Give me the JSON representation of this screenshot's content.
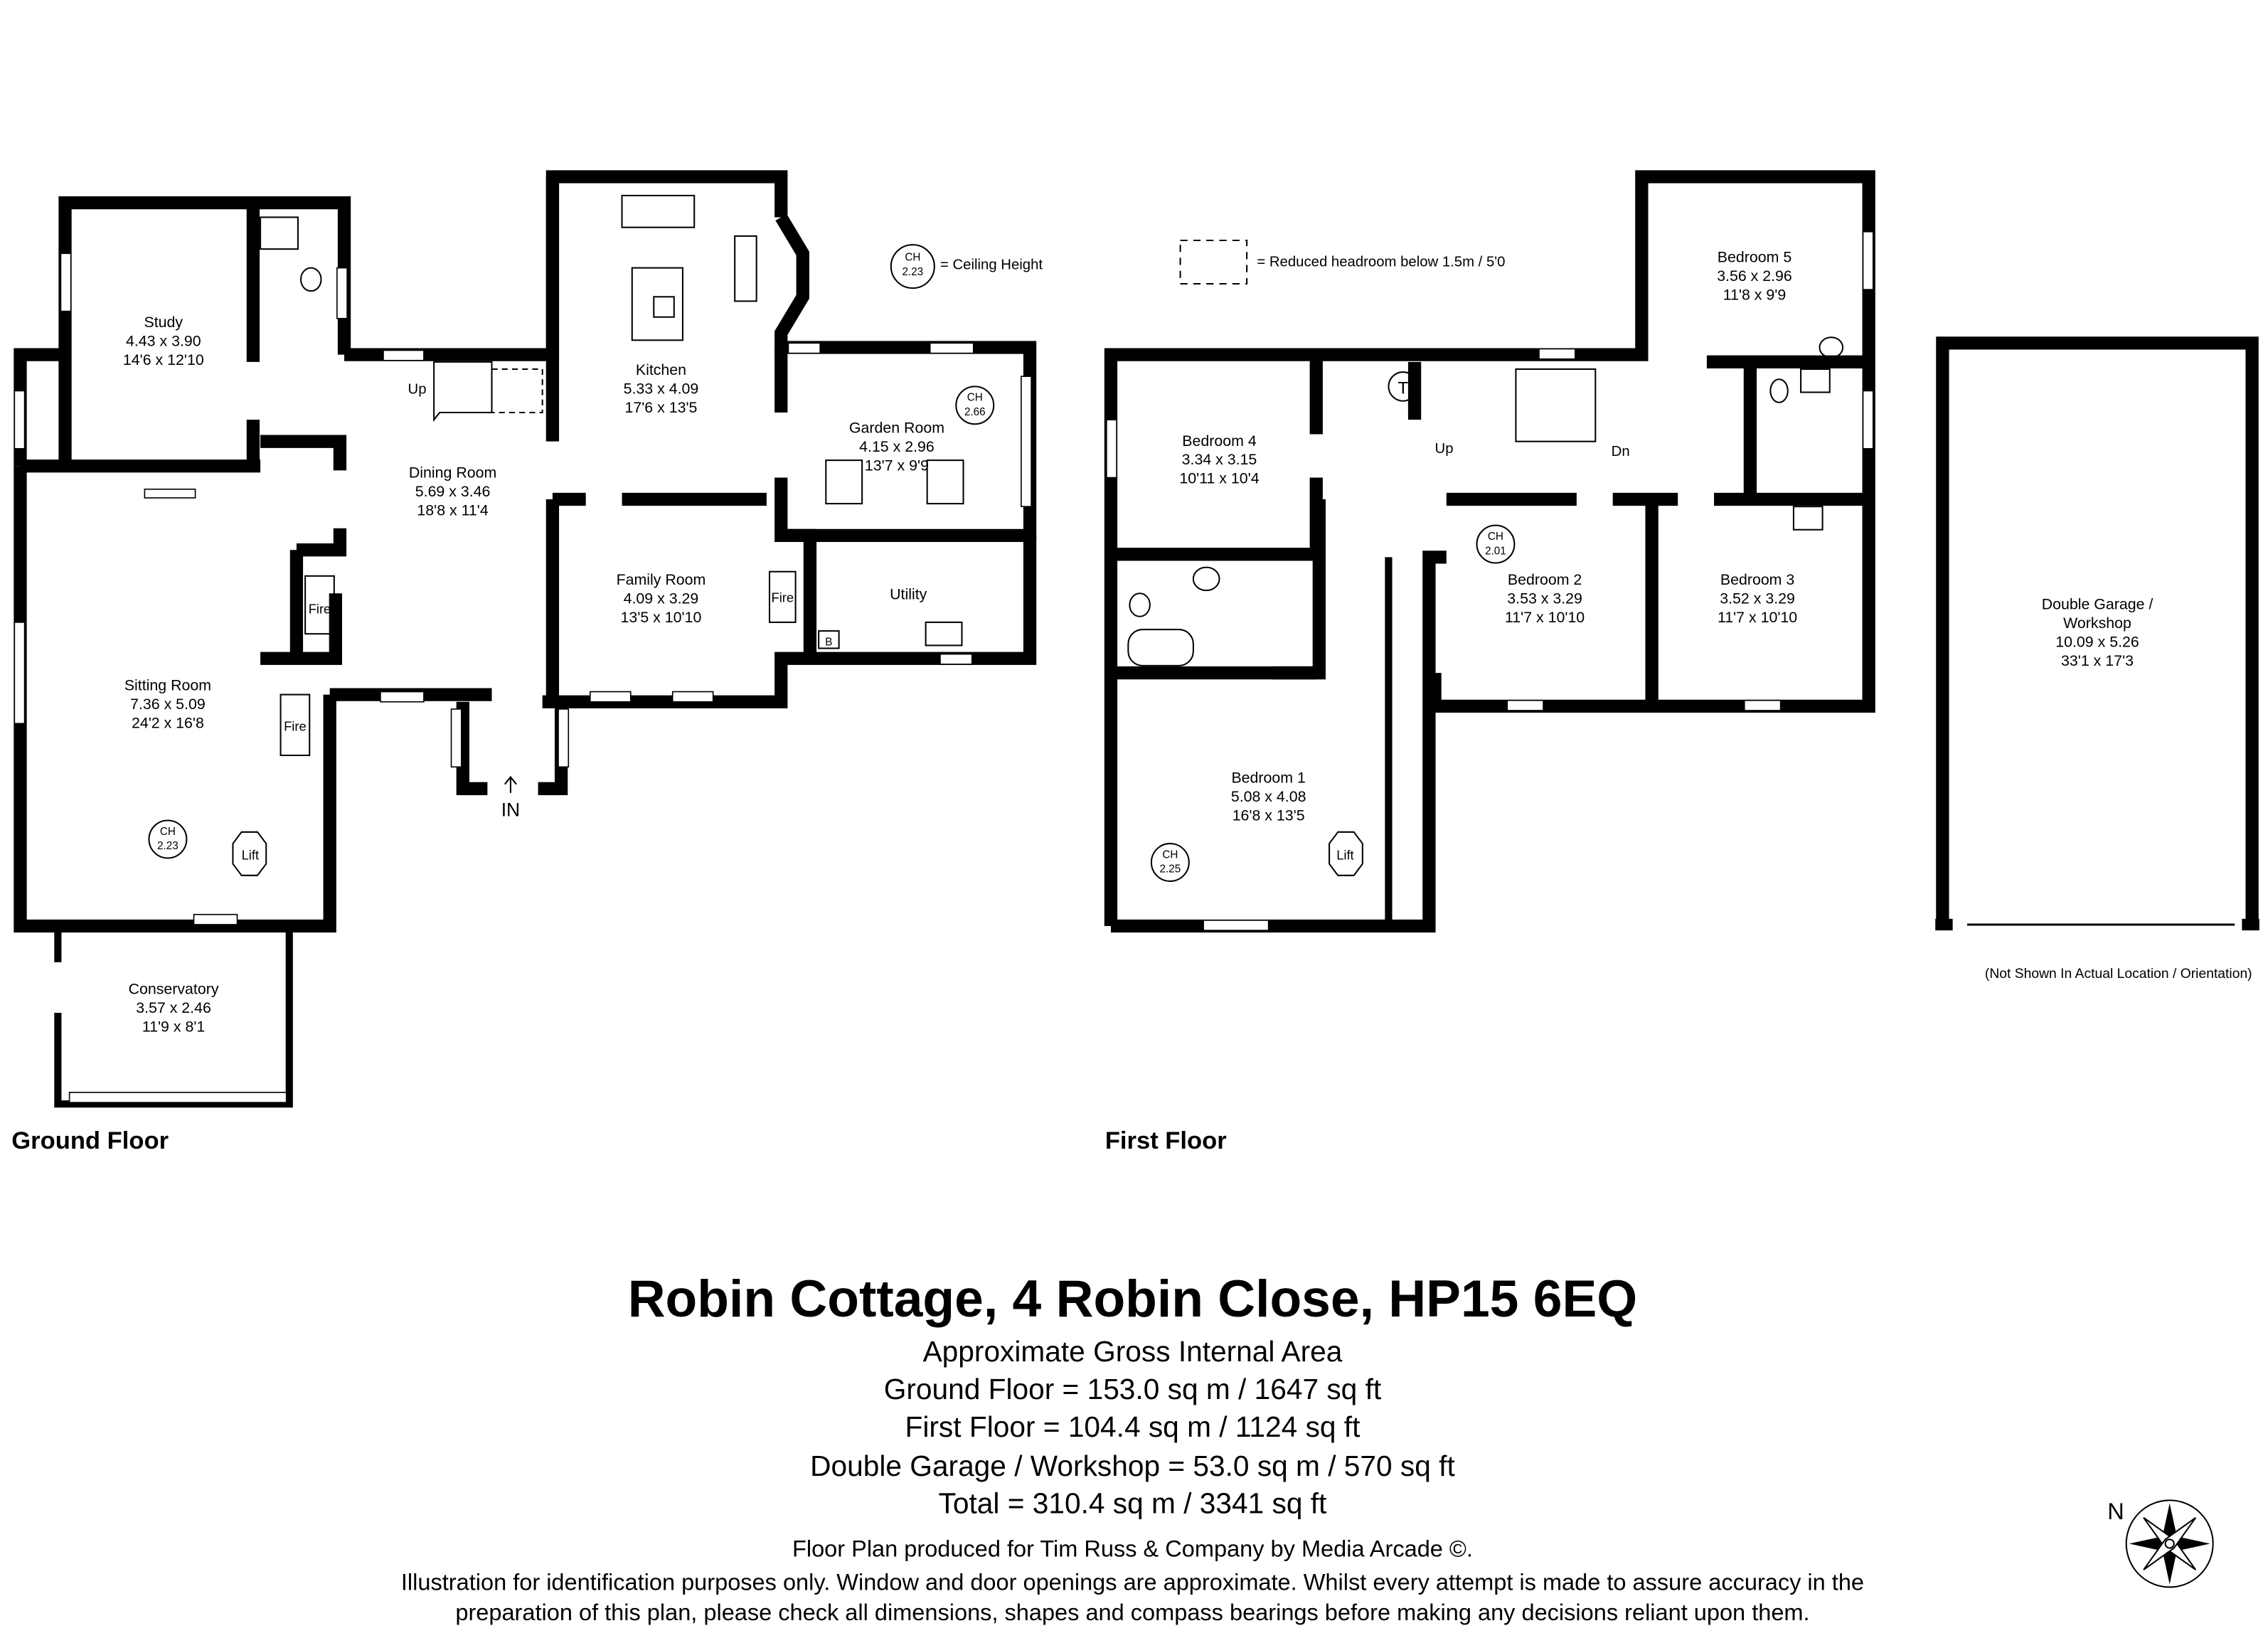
{
  "legend": {
    "ceiling_height_label": "CH",
    "ceiling_height_sample": "2.23",
    "ceiling_height_text": "= Ceiling Height",
    "reduced_headroom_text": "= Reduced headroom below 1.5m / 5'0"
  },
  "ground_floor": {
    "label": "Ground Floor",
    "rooms": [
      {
        "name": "Study",
        "metric": "4.43 x 3.90",
        "imperial": "14'6 x 12'10"
      },
      {
        "name": "Kitchen",
        "metric": "5.33 x 4.09",
        "imperial": "17'6 x 13'5"
      },
      {
        "name": "Garden Room",
        "metric": "4.15 x 2.96",
        "imperial": "13'7 x 9'9"
      },
      {
        "name": "Dining Room",
        "metric": "5.69 x 3.46",
        "imperial": "18'8 x 11'4"
      },
      {
        "name": "Family Room",
        "metric": "4.09 x 3.29",
        "imperial": "13'5 x 10'10"
      },
      {
        "name": "Utility"
      },
      {
        "name": "Sitting Room",
        "metric": "7.36 x 5.09",
        "imperial": "24'2 x 16'8"
      },
      {
        "name": "Conservatory",
        "metric": "3.57 x 2.46",
        "imperial": "11'9 x 8'1"
      }
    ],
    "ceiling_heights": [
      "2.66",
      "2.23"
    ],
    "symbols": {
      "up": "Up",
      "fire": "Fire",
      "lift": "Lift",
      "boiler": "B",
      "entrance": "IN"
    }
  },
  "first_floor": {
    "label": "First Floor",
    "rooms": [
      {
        "name": "Bedroom 5",
        "metric": "3.56 x 2.96",
        "imperial": "11'8 x 9'9"
      },
      {
        "name": "Bedroom 4",
        "metric": "3.34 x 3.15",
        "imperial": "10'11 x 10'4"
      },
      {
        "name": "Bedroom 2",
        "metric": "3.53 x 3.29",
        "imperial": "11'7 x 10'10"
      },
      {
        "name": "Bedroom 3",
        "metric": "3.52 x 3.29",
        "imperial": "11'7 x 10'10"
      },
      {
        "name": "Bedroom 1",
        "metric": "5.08 x 4.08",
        "imperial": "16'8 x 13'5"
      }
    ],
    "ceiling_heights": [
      "2.01",
      "2.25"
    ],
    "symbols": {
      "up": "Up",
      "down": "Dn",
      "tank": "T",
      "lift": "Lift"
    }
  },
  "garage": {
    "name_line1": "Double Garage /",
    "name_line2": "Workshop",
    "metric": "10.09 x 5.26",
    "imperial": "33'1 x 17'3",
    "note": "(Not Shown In Actual Location / Orientation)"
  },
  "title": "Robin Cottage, 4 Robin Close, HP15 6EQ",
  "areas": {
    "heading": "Approximate Gross Internal Area",
    "ground": "Ground Floor = 153.0 sq m / 1647 sq ft",
    "first": "First Floor = 104.4 sq m / 1124 sq ft",
    "garage": "Double Garage / Workshop = 53.0 sq m / 570 sq ft",
    "total": "Total = 310.4 sq m / 3341 sq ft"
  },
  "credits": "Floor Plan produced for Tim Russ & Company by Media Arcade ©.",
  "disclaimer_line1": "Illustration for identification purposes only. Window and door openings are approximate. Whilst every attempt is made to assure accuracy in the",
  "disclaimer_line2": "preparation of this plan, please check all dimensions, shapes and compass bearings before making any decisions reliant upon them.",
  "compass": {
    "north_label": "N"
  }
}
